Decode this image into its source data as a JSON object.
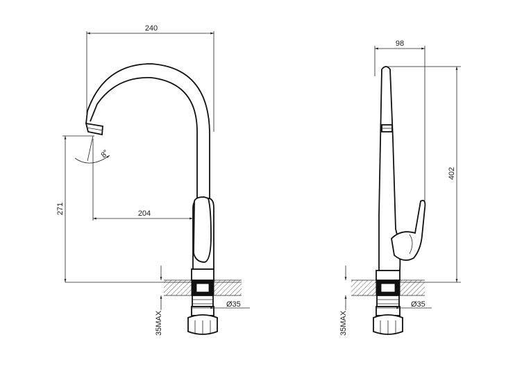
{
  "front_view": {
    "dims": {
      "width_top": "240",
      "height_outlet": "271",
      "reach": "204",
      "swivel_angle": "8°",
      "hole_diameter": "Ø35",
      "max_thickness": "35MAX"
    }
  },
  "side_view": {
    "dims": {
      "depth_top": "98",
      "total_height": "402",
      "hole_diameter": "Ø35",
      "max_thickness": "35MAX"
    }
  },
  "colors": {
    "line": "#111111",
    "hatch": "#555555",
    "background": "#ffffff"
  }
}
